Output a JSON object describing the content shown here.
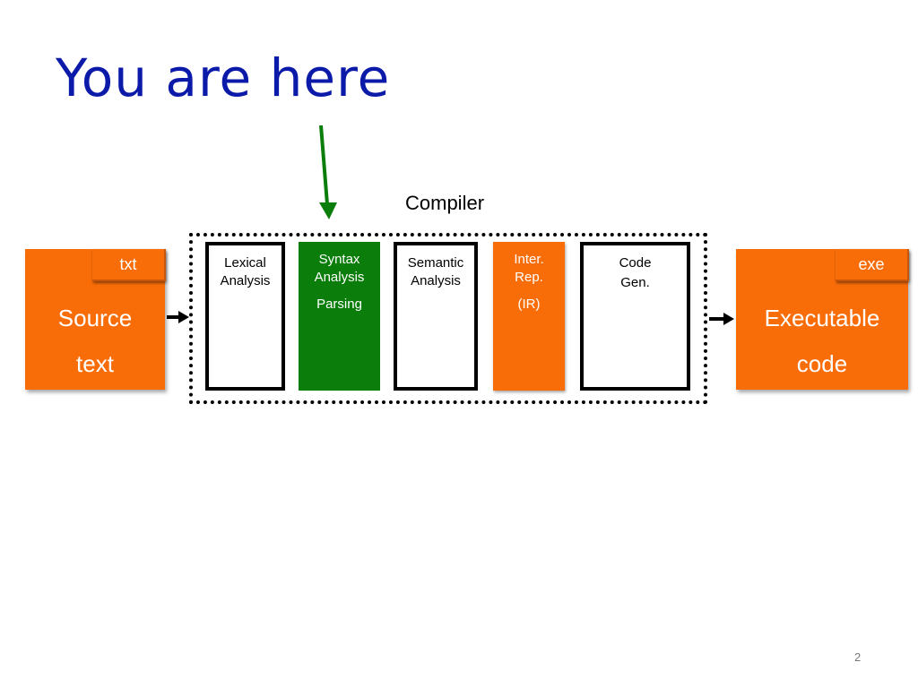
{
  "title": "You are here",
  "compiler_label": "Compiler",
  "source": {
    "badge": "txt",
    "line1": "Source",
    "line2": "text"
  },
  "output": {
    "badge": "exe",
    "line1": "Executable",
    "line2": "code"
  },
  "stages": [
    {
      "line1": "Lexical",
      "line2": "Analysis",
      "extra": ""
    },
    {
      "line1": "Syntax",
      "line2": "Analysis",
      "extra": "Parsing"
    },
    {
      "line1": "Semantic",
      "line2": "Analysis",
      "extra": ""
    },
    {
      "line1": "Inter.",
      "line2": "Rep.",
      "extra": "(IR)"
    },
    {
      "line1": "Code",
      "line2": "",
      "extra": "Gen."
    }
  ],
  "page_number": "2",
  "colors": {
    "title": "#0b1aa8",
    "orange": "#f96d09",
    "green": "#0a7d0a",
    "arrow_green": "#0a7d0a"
  }
}
